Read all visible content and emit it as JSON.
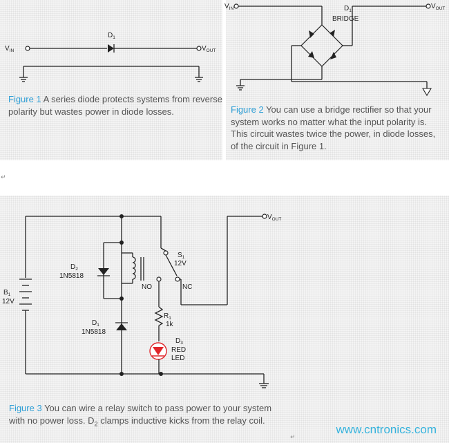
{
  "figure1": {
    "vin": "V",
    "vin_sub": "IN",
    "d1": "D",
    "d1_sub": "1",
    "vout": "V",
    "vout_sub": "OUT",
    "caption_label": "Figure 1",
    "caption_text": " A series diode protects systems from reverse polarity but wastes power in diode losses."
  },
  "figure2": {
    "vin": "V",
    "vin_sub": "IN",
    "d1": "D",
    "d1_sub": "1",
    "bridge": "BRIDGE",
    "vout": "V",
    "vout_sub": "OUT",
    "caption_label": "Figure 2",
    "caption_text": " You can use a bridge rectifier so that your system works no matter what the input polarity is. This circuit wastes twice the power, in diode losses, of the circuit in Figure 1."
  },
  "figure3": {
    "vout": "V",
    "vout_sub": "OUT",
    "s1": "S",
    "s1_sub": "1",
    "s1_value": "12V",
    "d2": "D",
    "d2_sub": "2",
    "d2_part": "1N5818",
    "b1": "B",
    "b1_sub": "1",
    "b1_value": "12V",
    "no": "NO",
    "nc": "NC",
    "r1": "R",
    "r1_sub": "1",
    "r1_value": "1k",
    "d1": "D",
    "d1_sub": "1",
    "d1_part": "1N5818",
    "d3": "D",
    "d3_sub": "3",
    "d3_line1": "RED",
    "d3_line2": "LED",
    "caption_label": "Figure 3",
    "caption_text_a": " You can wire a relay switch to pass power to your system with no power loss. D",
    "caption_sub": "2",
    "caption_text_b": "  clamps inductive kicks from the relay coil."
  },
  "watermark": "www.cntronics.com",
  "colors": {
    "caption_blue": "#2f9fd6",
    "led_red": "#e0262b",
    "watermark": "#35b3dd"
  }
}
